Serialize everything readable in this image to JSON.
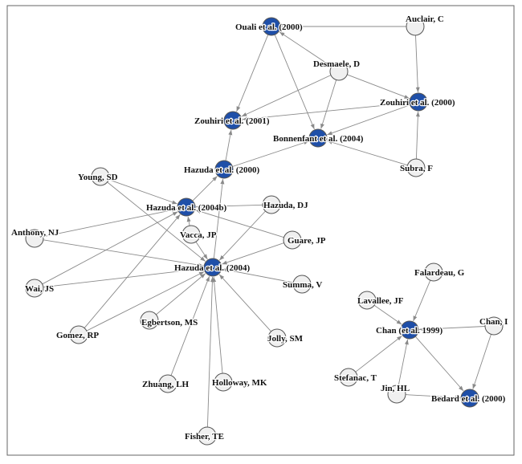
{
  "colors": {
    "paper": "#1f4fa8",
    "author": "#f0f0f0",
    "edge": "#8a8a8a",
    "frame": "#666666"
  },
  "nodes": [
    {
      "id": "ouali2000",
      "label": "Ouali et al. (2000)",
      "kind": "paper"
    },
    {
      "id": "auclair",
      "label": "Auclair, C",
      "kind": "author"
    },
    {
      "id": "desmaele",
      "label": "Desmaele, D",
      "kind": "author"
    },
    {
      "id": "zouhiri2000",
      "label": "Zouhiri et al. (2000)",
      "kind": "paper"
    },
    {
      "id": "zouhiri2001",
      "label": "Zouhiri et al. (2001)",
      "kind": "paper"
    },
    {
      "id": "bonnenfant2004",
      "label": "Bonnenfant et al. (2004)",
      "kind": "paper"
    },
    {
      "id": "subra",
      "label": "Subra, F",
      "kind": "author"
    },
    {
      "id": "hazuda2000",
      "label": "Hazuda et al. (2000)",
      "kind": "paper"
    },
    {
      "id": "young",
      "label": "Young, SD",
      "kind": "author"
    },
    {
      "id": "hazuda2004b",
      "label": "Hazuda et al. (2004b)",
      "kind": "paper"
    },
    {
      "id": "hazudadj",
      "label": "Hazuda, DJ",
      "kind": "author"
    },
    {
      "id": "anthony",
      "label": "Anthony, NJ",
      "kind": "author"
    },
    {
      "id": "vacca",
      "label": "Vacca, JP",
      "kind": "author"
    },
    {
      "id": "guare",
      "label": "Guare, JP",
      "kind": "author"
    },
    {
      "id": "hazuda2004",
      "label": "Hazuda et al. (2004)",
      "kind": "paper"
    },
    {
      "id": "summa",
      "label": "Summa, V",
      "kind": "author"
    },
    {
      "id": "wai",
      "label": "Wai, JS",
      "kind": "author"
    },
    {
      "id": "egbertson",
      "label": "Egbertson, MS",
      "kind": "author"
    },
    {
      "id": "gomez",
      "label": "Gomez, RP",
      "kind": "author"
    },
    {
      "id": "jolly",
      "label": "Jolly, SM",
      "kind": "author"
    },
    {
      "id": "zhuang",
      "label": "Zhuang, LH",
      "kind": "author"
    },
    {
      "id": "holloway",
      "label": "Holloway, MK",
      "kind": "author"
    },
    {
      "id": "fisher",
      "label": "Fisher, TE",
      "kind": "author"
    },
    {
      "id": "falardeau",
      "label": "Falardeau, G",
      "kind": "author"
    },
    {
      "id": "lavallee",
      "label": "Lavallee, JF",
      "kind": "author"
    },
    {
      "id": "chan1999",
      "label": "Chan (et al. 1999)",
      "kind": "paper"
    },
    {
      "id": "chani",
      "label": "Chan, I",
      "kind": "author"
    },
    {
      "id": "stefanac",
      "label": "Stefanac, T",
      "kind": "author"
    },
    {
      "id": "jin",
      "label": "Jin, HL",
      "kind": "author"
    },
    {
      "id": "bedard2000",
      "label": "Bedard et al. (2000)",
      "kind": "paper"
    }
  ],
  "edges": [
    {
      "from": "auclair",
      "to": "ouali2000"
    },
    {
      "from": "auclair",
      "to": "zouhiri2000"
    },
    {
      "from": "ouali2000",
      "to": "zouhiri2001"
    },
    {
      "from": "ouali2000",
      "to": "bonnenfant2004"
    },
    {
      "from": "desmaele",
      "to": "ouali2000"
    },
    {
      "from": "desmaele",
      "to": "zouhiri2001"
    },
    {
      "from": "desmaele",
      "to": "zouhiri2000"
    },
    {
      "from": "desmaele",
      "to": "bonnenfant2004"
    },
    {
      "from": "zouhiri2000",
      "to": "zouhiri2001"
    },
    {
      "from": "zouhiri2000",
      "to": "bonnenfant2004"
    },
    {
      "from": "subra",
      "to": "zouhiri2000"
    },
    {
      "from": "subra",
      "to": "bonnenfant2004"
    },
    {
      "from": "hazuda2000",
      "to": "zouhiri2001"
    },
    {
      "from": "hazuda2000",
      "to": "bonnenfant2004"
    },
    {
      "from": "hazuda2004b",
      "to": "hazuda2000"
    },
    {
      "from": "hazuda2004",
      "to": "hazuda2000"
    },
    {
      "from": "young",
      "to": "hazuda2004b"
    },
    {
      "from": "young",
      "to": "hazuda2004"
    },
    {
      "from": "hazudadj",
      "to": "hazuda2004b"
    },
    {
      "from": "hazudadj",
      "to": "hazuda2004"
    },
    {
      "from": "anthony",
      "to": "hazuda2004b"
    },
    {
      "from": "anthony",
      "to": "hazuda2004"
    },
    {
      "from": "vacca",
      "to": "hazuda2004b"
    },
    {
      "from": "vacca",
      "to": "hazuda2004"
    },
    {
      "from": "guare",
      "to": "hazuda2004b"
    },
    {
      "from": "guare",
      "to": "hazuda2004"
    },
    {
      "from": "wai",
      "to": "hazuda2004b"
    },
    {
      "from": "wai",
      "to": "hazuda2004"
    },
    {
      "from": "gomez",
      "to": "hazuda2004b"
    },
    {
      "from": "gomez",
      "to": "hazuda2004"
    },
    {
      "from": "egbertson",
      "to": "hazuda2004"
    },
    {
      "from": "summa",
      "to": "hazuda2004"
    },
    {
      "from": "jolly",
      "to": "hazuda2004"
    },
    {
      "from": "zhuang",
      "to": "hazuda2004"
    },
    {
      "from": "holloway",
      "to": "hazuda2004"
    },
    {
      "from": "fisher",
      "to": "hazuda2004"
    },
    {
      "from": "falardeau",
      "to": "chan1999"
    },
    {
      "from": "lavallee",
      "to": "chan1999"
    },
    {
      "from": "stefanac",
      "to": "chan1999"
    },
    {
      "from": "jin",
      "to": "chan1999"
    },
    {
      "from": "chani",
      "to": "chan1999"
    },
    {
      "from": "chani",
      "to": "bedard2000"
    },
    {
      "from": "jin",
      "to": "bedard2000"
    },
    {
      "from": "chan1999",
      "to": "bedard2000"
    }
  ]
}
